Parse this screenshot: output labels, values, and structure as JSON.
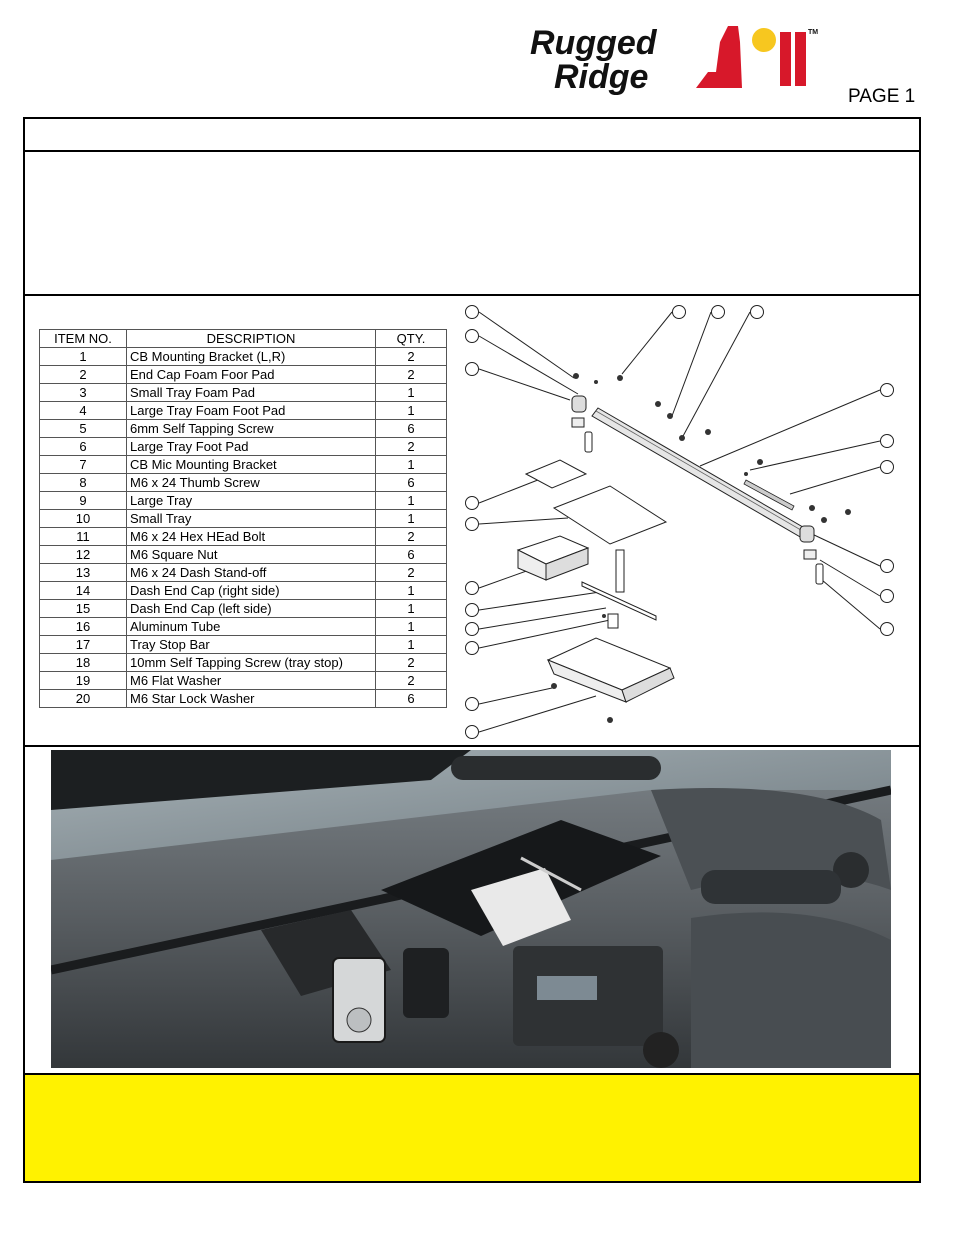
{
  "header": {
    "brand_line1": "Rugged",
    "brand_line2": "Ridge",
    "trademark": "TM",
    "page_label": "PAGE 1"
  },
  "parts_table": {
    "columns": [
      "ITEM NO.",
      "DESCRIPTION",
      "QTY."
    ],
    "rows": [
      [
        "1",
        "CB Mounting Bracket (L,R)",
        "2"
      ],
      [
        "2",
        "End Cap Foam Foor Pad",
        "2"
      ],
      [
        "3",
        "Small Tray Foam Pad",
        "1"
      ],
      [
        "4",
        "Large Tray Foam Foot Pad",
        "1"
      ],
      [
        "5",
        "6mm Self Tapping Screw",
        "6"
      ],
      [
        "6",
        "Large Tray Foot Pad",
        "2"
      ],
      [
        "7",
        "CB Mic Mounting Bracket",
        "1"
      ],
      [
        "8",
        "M6 x 24 Thumb Screw",
        "6"
      ],
      [
        "9",
        "Large Tray",
        "1"
      ],
      [
        "10",
        "Small Tray",
        "1"
      ],
      [
        "11",
        "M6 x 24 Hex HEad Bolt",
        "2"
      ],
      [
        "12",
        "M6 Square Nut",
        "6"
      ],
      [
        "13",
        "M6 x 24 Dash Stand-off",
        "2"
      ],
      [
        "14",
        "Dash End Cap (right side)",
        "1"
      ],
      [
        "15",
        "Dash End Cap (left side)",
        "1"
      ],
      [
        "16",
        "Aluminum Tube",
        "1"
      ],
      [
        "17",
        "Tray Stop Bar",
        "1"
      ],
      [
        "18",
        "10mm Self Tapping Screw  (tray stop)",
        "2"
      ],
      [
        "19",
        "M6 Flat Washer",
        "2"
      ],
      [
        "20",
        "M6 Star Lock Washer",
        "6"
      ]
    ]
  },
  "colors": {
    "logo_red": "#d7182a",
    "logo_yellow": "#f7c71f",
    "banner_yellow": "#fff200"
  }
}
